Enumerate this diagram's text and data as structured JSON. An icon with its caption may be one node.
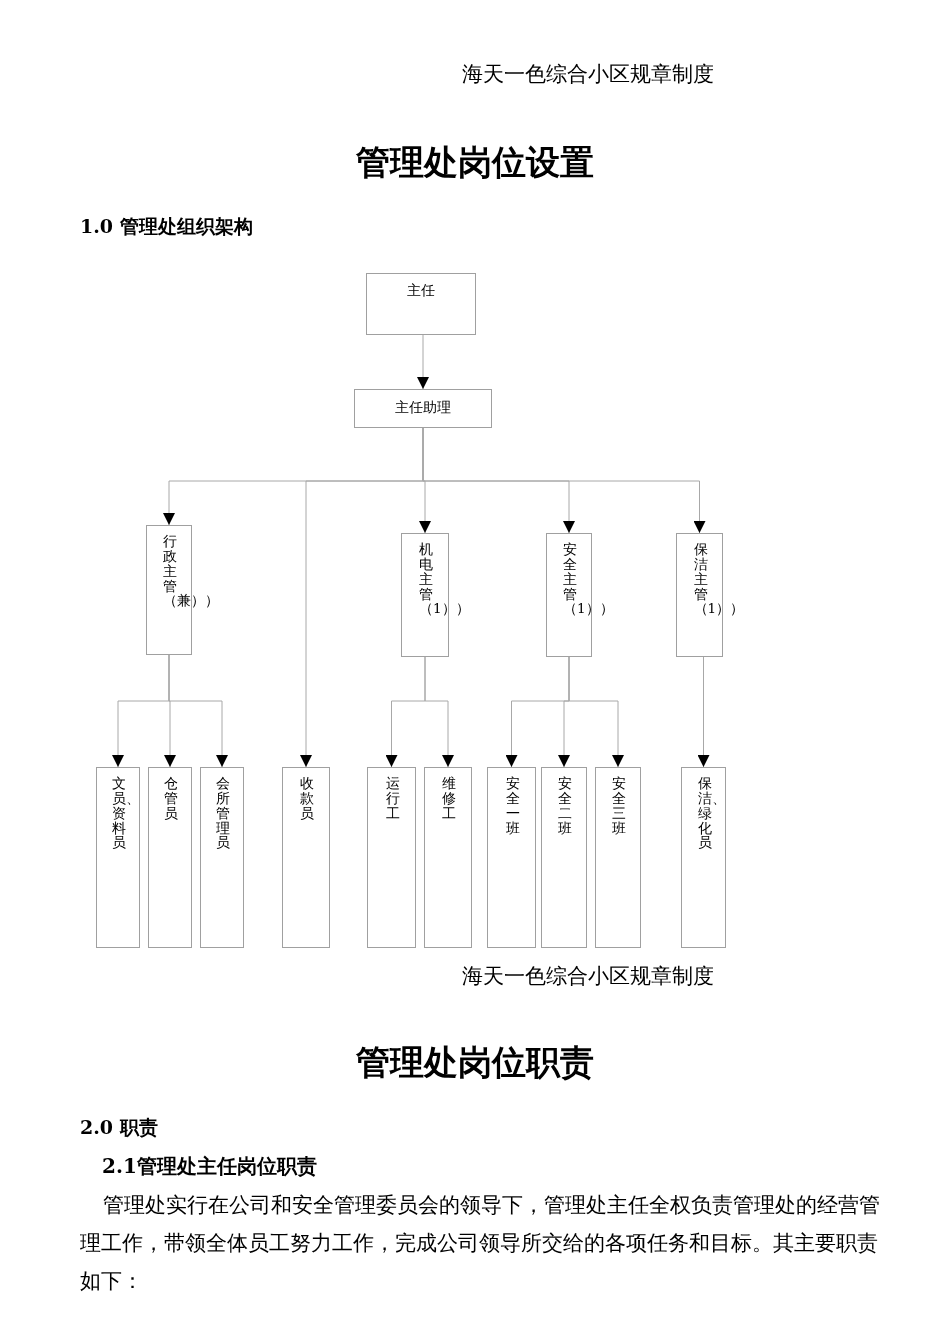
{
  "diagram": {
    "nodes": [
      {
        "text": [
          "主任"
        ]
      },
      {
        "text": [
          "主任助理"
        ]
      },
      {
        "text": [
          "行政主管（兼））"
        ]
      },
      {
        "text": [
          "收款员"
        ]
      },
      {
        "text": [
          "机电主管（1））"
        ]
      },
      {
        "text": [
          "安全主管（1））"
        ]
      },
      {
        "text": [
          "保洁主管（1））"
        ]
      },
      {
        "text": [
          "文员、资料员"
        ]
      },
      {
        "text": [
          "仓管员"
        ]
      },
      {
        "text": [
          "会所管理员"
        ]
      },
      {
        "text": [
          "运行工"
        ]
      },
      {
        "text": [
          "维修工"
        ]
      },
      {
        "text": [
          "安全一班"
        ]
      },
      {
        "text": [
          "安全二班"
        ]
      },
      {
        "text": [
          "安全三班"
        ]
      },
      {
        "text": [
          "保洁、绿化员"
        ]
      }
    ],
    "edges": [
      {
        "from": 0,
        "to": 1,
        "arrow": "to"
      },
      {
        "from": 1,
        "to": 2,
        "arrow": "to"
      },
      {
        "from": 1,
        "to": 3,
        "arrow": "to"
      },
      {
        "from": 1,
        "to": 4,
        "arrow": "to"
      },
      {
        "from": 1,
        "to": 5,
        "arrow": "to"
      },
      {
        "from": 1,
        "to": 6,
        "arrow": "to"
      },
      {
        "from": 2,
        "to": 7,
        "arrow": "to"
      },
      {
        "from": 2,
        "to": 8,
        "arrow": "to"
      },
      {
        "from": 2,
        "to": 9,
        "arrow": "to"
      },
      {
        "from": 4,
        "to": 10,
        "arrow": "to"
      },
      {
        "from": 4,
        "to": 11,
        "arrow": "to"
      },
      {
        "from": 5,
        "to": 12,
        "arrow": "to"
      },
      {
        "from": 5,
        "to": 13,
        "arrow": "to"
      },
      {
        "from": 5,
        "to": 14,
        "arrow": "to"
      },
      {
        "from": 6,
        "to": 15,
        "arrow": "to"
      }
    ],
    "labels": [
      "海天一色综合小区规章制度",
      "管理处岗位设置",
      "1.0 管理处组织架构",
      "海天一色综合小区规章制度",
      "管理处岗位职责",
      "2.0 职责",
      "2.1管理处主任岗位职责",
      "管理处实行在公司和安全管理委员会的领导下，管理处主任全权负责管理处的经营管理工作，带领全体员工努力工作，完成公司领导所交给的各项任务和目标。其主要职责如下："
    ]
  }
}
